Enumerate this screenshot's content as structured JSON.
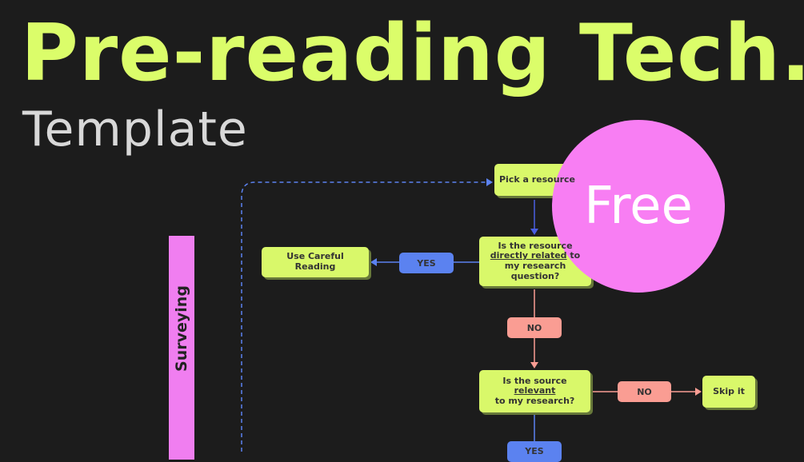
{
  "title": "Pre-reading Tech.",
  "subtitle": "Template",
  "badge": "Free",
  "section_label": "Surveying",
  "colors": {
    "accent": "#dbfd6a",
    "badge": "#f87ef3",
    "yes": "#5b82f0",
    "no": "#fa9d93",
    "node": "#d9f86a"
  },
  "flow": {
    "pick": "Pick a resource",
    "q1_pre": "Is the resource",
    "q1_u": "directly related",
    "q1_post": "to my research question?",
    "careful": "Use Careful Reading",
    "yes1": "YES",
    "no1": "NO",
    "q2_pre": "Is the source",
    "q2_u": "relevant",
    "q2_post": "to my research?",
    "no2": "NO",
    "skip": "Skip it",
    "yes2": "YES"
  }
}
